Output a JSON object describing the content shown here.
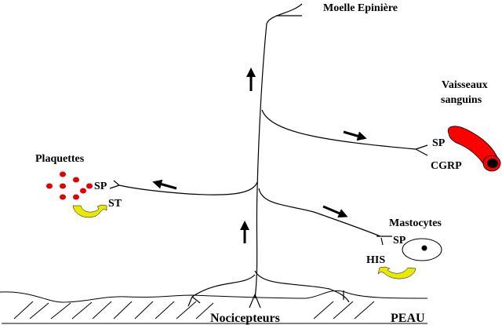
{
  "labels": {
    "spinal_cord": "Moelle Epinière",
    "vessels_line1": "Vaisseaux",
    "vessels_line2": "sanguins",
    "platelets": "Plaquettes",
    "mast_cells": "Mastocytes",
    "nociceptors": "Nocicepteurs",
    "skin": "PEAU"
  },
  "mediators": {
    "platelets_sp": "SP",
    "platelets_st": "ST",
    "vessel_sp": "SP",
    "vessel_cgrp": "CGRP",
    "mast_sp": "SP",
    "mast_his": "HIS"
  },
  "colors": {
    "vessel": "#ff0000",
    "platelet": "#e00000",
    "release_arrow": "#e8e800",
    "line": "#000000"
  }
}
